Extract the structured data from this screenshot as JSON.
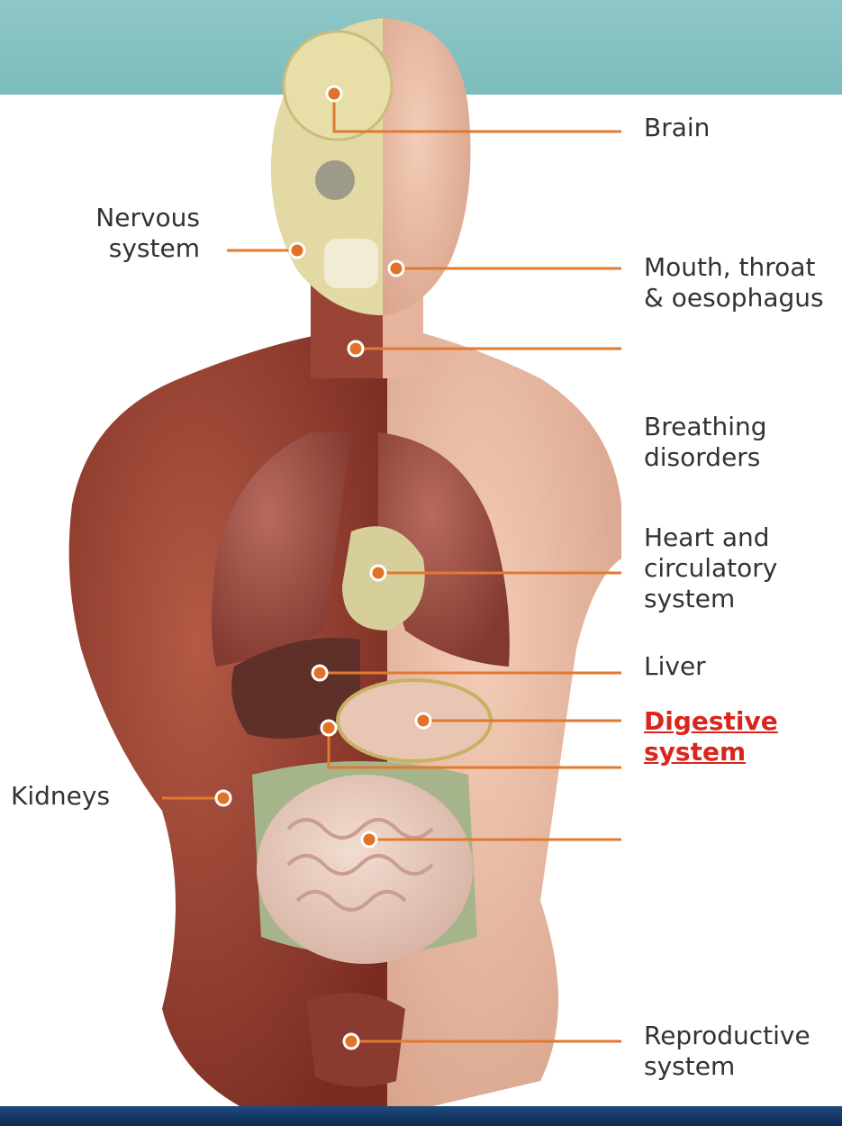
{
  "labels": {
    "brain": "Brain",
    "nervous_system": "Nervous\nsystem",
    "mouth": "Mouth, throat\n& oesophagus",
    "breathing": "Breathing\ndisorders",
    "heart": "Heart and\ncirculatory\nsystem",
    "liver": "Liver",
    "digestive": "Digestive\nsystem",
    "kidneys": "Kidneys",
    "reproductive": "Reproductive\nsystem"
  },
  "selected": "digestive",
  "colors": {
    "header_band": "#86c2c2",
    "footer_band": "#0f3462",
    "leader_line": "#e07a30",
    "active_label": "#d9261c",
    "label_text": "#333333"
  },
  "icons": {
    "hotspot": "orange-dot"
  }
}
